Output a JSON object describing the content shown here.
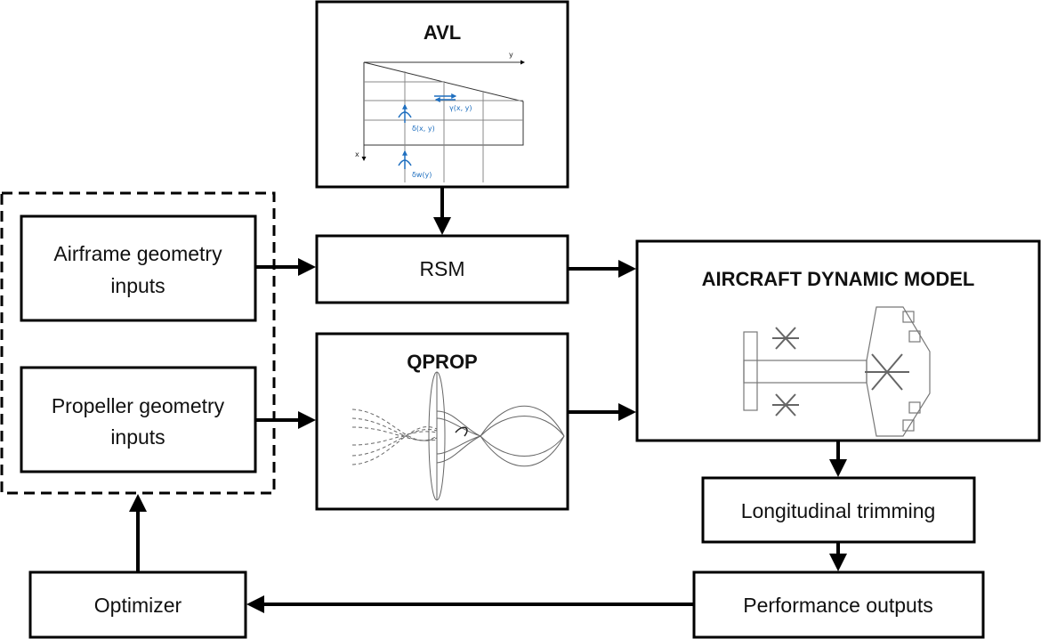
{
  "blocks": {
    "avl": {
      "title": "AVL",
      "y_axis": "y",
      "x_axis": "x",
      "gamma_label": "γ(x, y)",
      "delta_label": "δ(x, y)",
      "delta_w_label": "δw(y)"
    },
    "rsm": {
      "label": "RSM"
    },
    "qprop": {
      "title": "QPROP"
    },
    "aircraft": {
      "title": "AIRCRAFT DYNAMIC MODEL"
    },
    "airframe": {
      "line1": "Airframe geometry",
      "line2": "inputs"
    },
    "propeller": {
      "line1": "Propeller geometry",
      "line2": "inputs"
    },
    "trimming": {
      "label": "Longitudinal trimming"
    },
    "performance": {
      "label": "Performance outputs"
    },
    "optimizer": {
      "label": "Optimizer"
    }
  },
  "colors": {
    "stroke": "#000000",
    "annotation": "#1f6fbf",
    "sketch": "#555555"
  }
}
